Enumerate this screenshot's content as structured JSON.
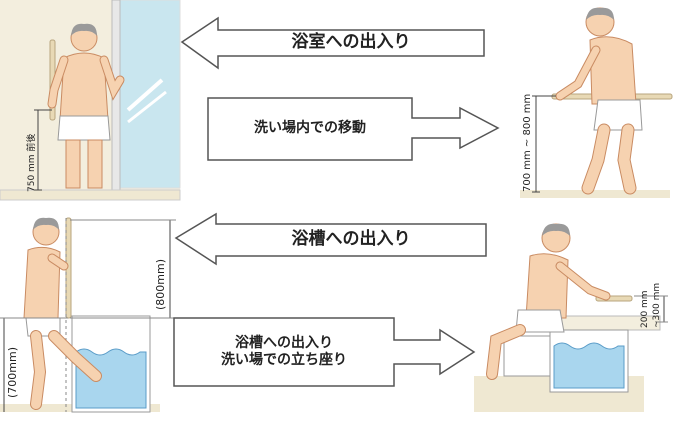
{
  "callouts": {
    "bathroom_entry": "浴室への出入り",
    "washing_area_move": "洗い場内での移動",
    "tub_entry": "浴槽への出入り",
    "tub_entry_and_standing_line1": "浴槽への出入り",
    "tub_entry_and_standing_line2": "洗い場での立ち座り"
  },
  "dimensions": {
    "door_rail_height": "750 mm 前後",
    "hallway_rail_height": "700 mm ~ 800 mm",
    "tub_rail_upper": "(800mm)",
    "tub_rail_lower": "(700mm)",
    "sitting_rail_line1": "200 mm",
    "sitting_rail_line2": "~300 mm"
  },
  "colors": {
    "skin": "#f6d2b0",
    "skin_line": "#c98b62",
    "hair": "#9a9a9a",
    "towel": "#ffffff",
    "water": "#a9d6ee",
    "water_line": "#5a9cc8",
    "floor": "#efe8d2",
    "wall": "#f3eede",
    "rail": "#e8d9b5",
    "glass": "#c9e6ef",
    "frame": "#ffffff",
    "dim_line": "#444444",
    "callout_border": "#555555"
  }
}
